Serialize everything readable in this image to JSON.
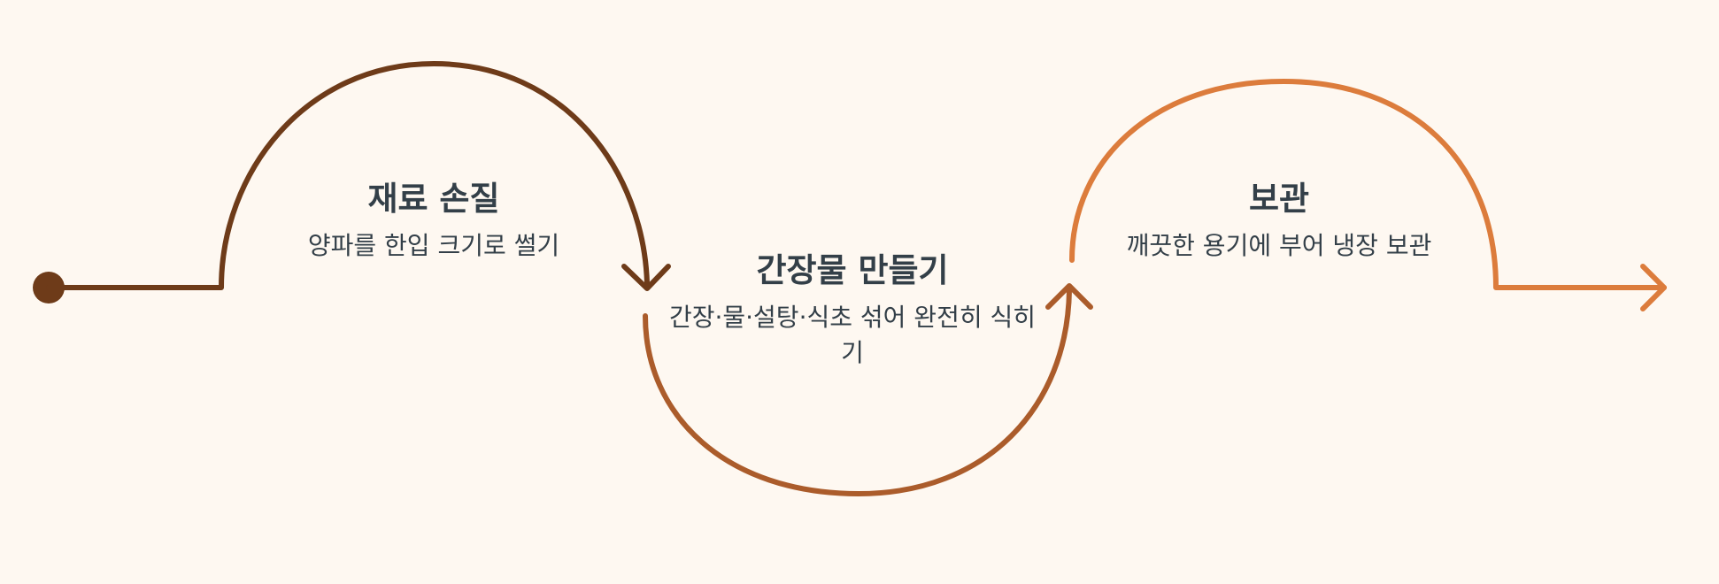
{
  "colors": {
    "background": "#fef8f1",
    "step1": "#6e3b19",
    "step2": "#ab5c2b",
    "step3": "#dc7c3c",
    "text": "#333f48"
  },
  "steps": [
    {
      "title": "재료 손질",
      "description": "양파를 한입 크기로 썰기"
    },
    {
      "title": "간장물 만들기",
      "description": "간장·물·설탕·식초 섞어 완전히 식히기"
    },
    {
      "title": "보관",
      "description": "깨끗한 용기에 부어 냉장 보관"
    }
  ]
}
